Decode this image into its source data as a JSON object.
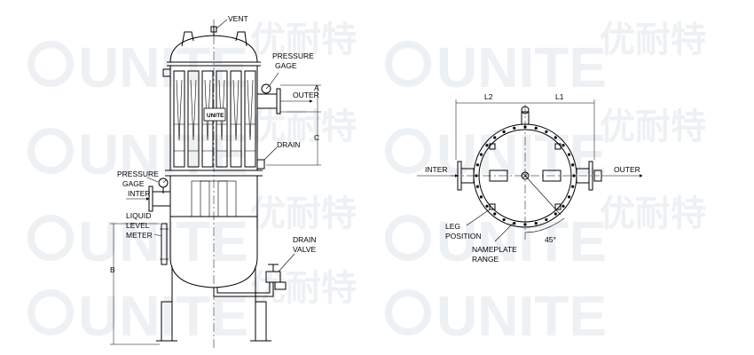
{
  "watermark": {
    "brand": "UNITE",
    "brand_cn": "优耐特",
    "badge": "UNITE"
  },
  "side_view": {
    "vent": "VENT",
    "pressure_gage_top": [
      "PRESSURE",
      "GAGE"
    ],
    "outer": "OUTER",
    "drain": "DRAIN",
    "pressure_gage_bottom": [
      "PRESSURE",
      "GAGE"
    ],
    "inter": "INTER",
    "liquid_level_meter": [
      "LIQUID",
      "LEVEL",
      "METER"
    ],
    "drain_valve": [
      "DRAIN",
      "VALVE"
    ],
    "dim_a": "A",
    "dim_b": "B",
    "dim_c": "C"
  },
  "top_view": {
    "inter": "INTER",
    "outer": "OUTER",
    "leg_position": [
      "LEG",
      "POSITION"
    ],
    "nameplate_range": [
      "NAMEPLATE",
      "RANGE"
    ],
    "dim_l1": "L1",
    "dim_l2": "L2",
    "angle": "45°"
  }
}
